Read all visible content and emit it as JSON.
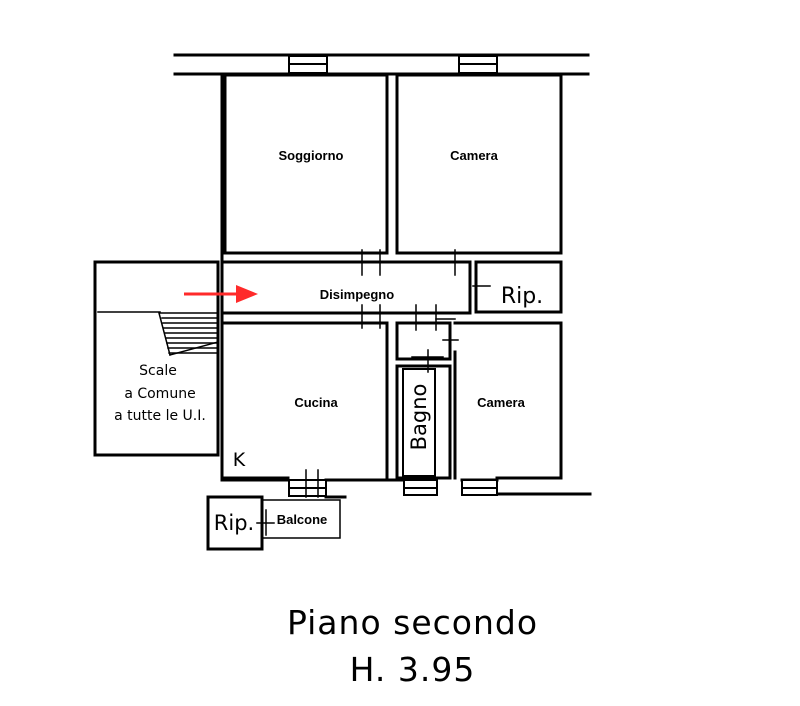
{
  "plan": {
    "rooms": {
      "soggiorno": "Soggiorno",
      "camera_top": "Camera",
      "disimpegno": "Disimpegno",
      "rip_right": "Rip.",
      "cucina": "Cucina",
      "bagno": "Bagno",
      "camera_bottom": "Camera",
      "rip_bottom": "Rip.",
      "balcone": "Balcone"
    },
    "stair_note": {
      "line1": "Scale",
      "line2": "a Comune",
      "line3": "a tutte le U.I."
    },
    "kitchen_marker": "K",
    "arrow_color": "#ff2a2a"
  },
  "caption": {
    "floor": "Piano secondo",
    "height": "H. 3.95"
  }
}
